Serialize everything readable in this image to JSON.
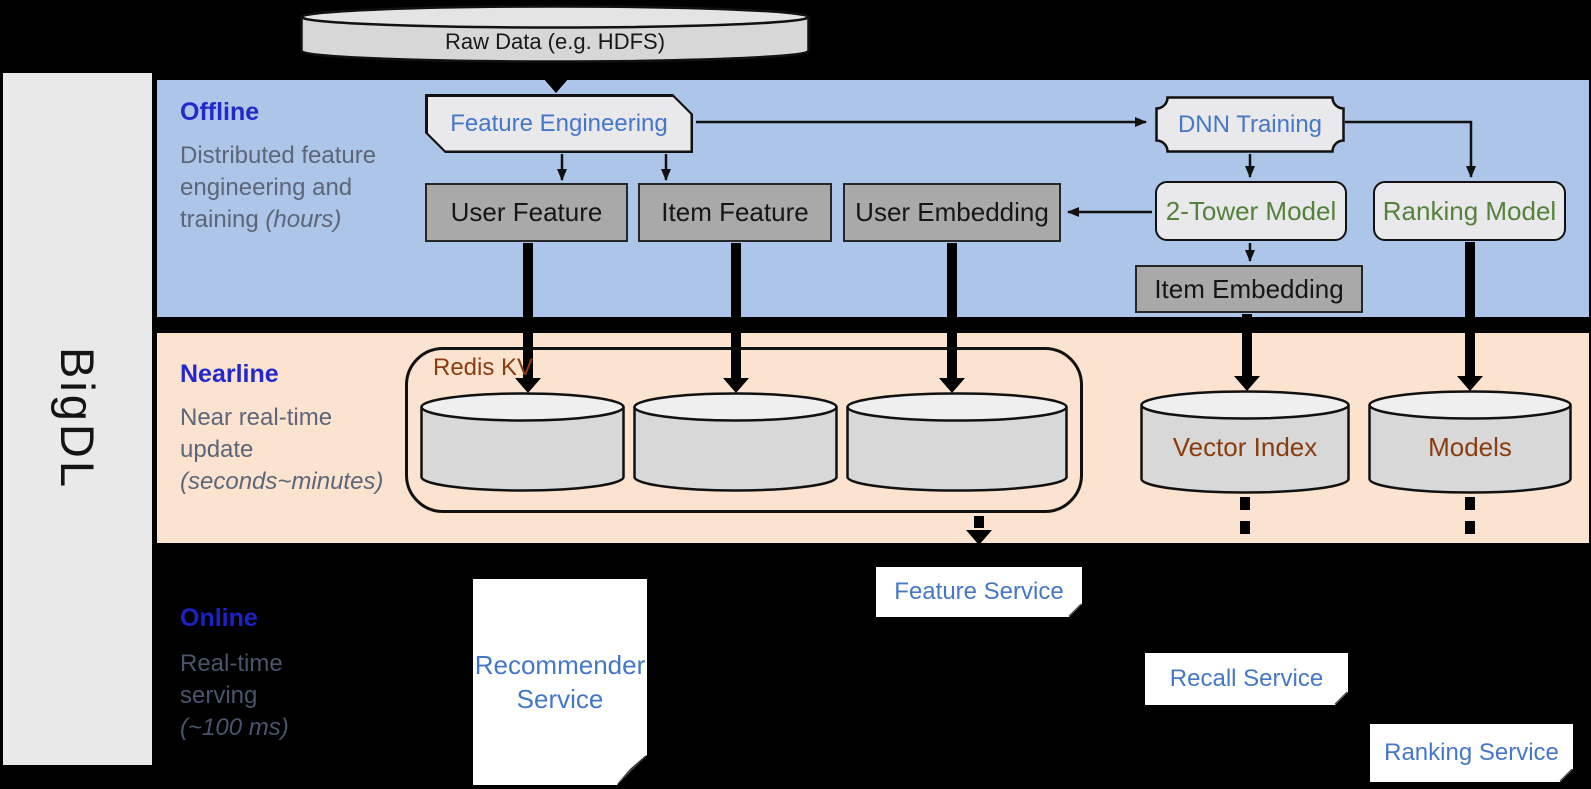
{
  "brand": "BigDL",
  "pipeline": {
    "raw_data": "Raw Data (e.g. HDFS)",
    "feature_engineering": "Feature Engineering",
    "dnn_training": "DNN Training",
    "user_feature": "User Feature",
    "item_feature": "Item Feature",
    "user_embedding": "User Embedding",
    "two_tower_model": "2-Tower Model",
    "ranking_model": "Ranking Model",
    "item_embedding": "Item Embedding",
    "redis_kv": "Redis KV",
    "vector_index": "Vector Index",
    "models": "Models",
    "recommender_service": "Recommender Service",
    "feature_service": "Feature Service",
    "recall_service": "Recall Service",
    "ranking_service": "Ranking Service"
  },
  "sections": {
    "offline": {
      "title": "Offline",
      "desc": "Distributed feature engineering and training",
      "desc_note": "(hours)"
    },
    "nearline": {
      "title": "Nearline",
      "desc": "Near real-time update",
      "desc_note": "(seconds~minutes)"
    },
    "online": {
      "title": "Online",
      "desc": "Real-time serving",
      "desc_note": "(~100 ms)"
    }
  },
  "colors": {
    "offline_bg": "#adc5e8",
    "nearline_bg": "#fce3d0",
    "online_bg": "#000000",
    "section_title_blue": "#2328cc",
    "box_text_blue": "#4577c8",
    "model_text_green": "#55823a",
    "store_text_brown": "#8a3d0f",
    "desc_text_gray": "#5c6678",
    "gray_box": "#a9a9a9",
    "light_box": "#e9e9ec"
  }
}
